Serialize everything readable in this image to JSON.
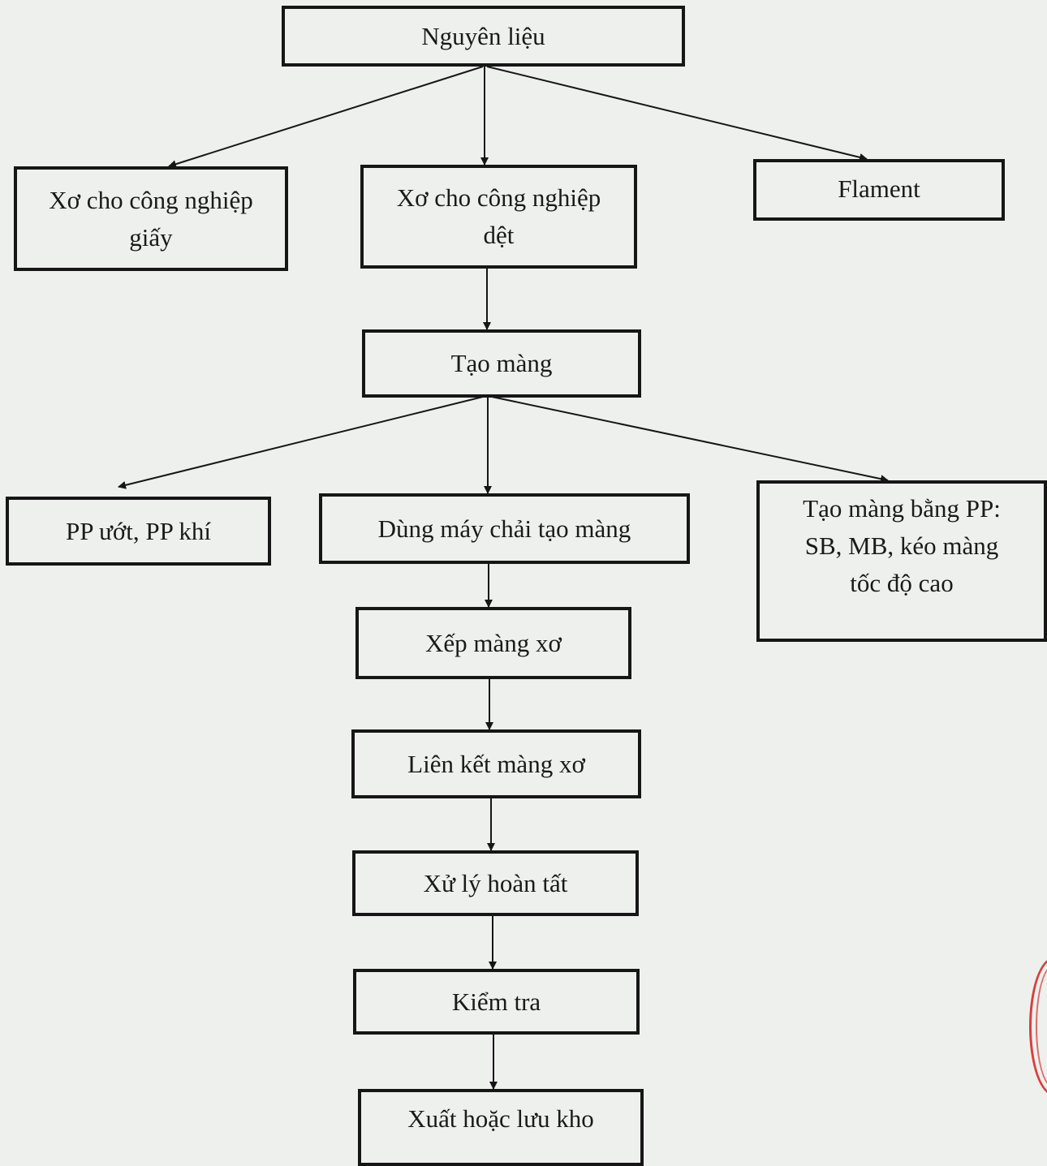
{
  "nodes": {
    "raw_material": "Nguyên liệu",
    "paper_fiber": "Xơ cho công nghiệp\ngiấy",
    "textile_fiber": "Xơ cho công nghiệp\ndệt",
    "filament": "Flament",
    "web_forming": "Tạo màng",
    "pp_wet_air": "PP ướt, PP khí",
    "carding": "Dùng máy chải tạo màng",
    "pp_methods": "Tạo màng bằng PP:\nSB, MB, kéo màng\ntốc độ cao",
    "web_laying": "Xếp màng xơ",
    "web_bonding": "Liên kết màng xơ",
    "finishing": "Xử lý hoàn tất",
    "inspection": "Kiểm tra",
    "output": "Xuất  hoặc lưu kho"
  },
  "colors": {
    "stroke": "#161616",
    "background": "#eef0ee",
    "stamp": "#d9403a"
  }
}
